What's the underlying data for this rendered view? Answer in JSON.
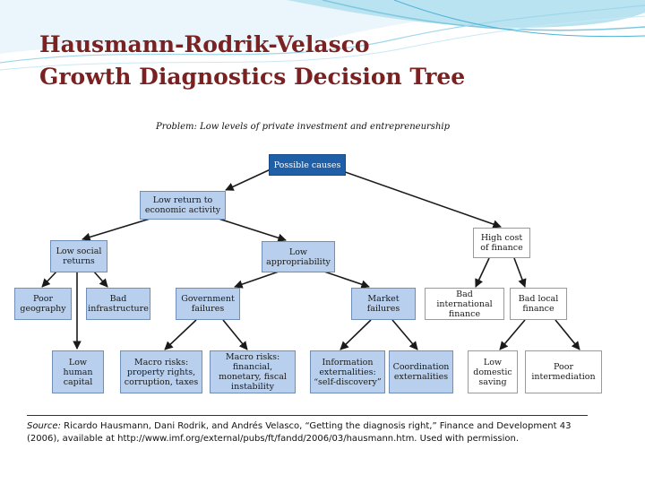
{
  "title": {
    "line1": "Hausmann-Rodrik-Velasco",
    "line2": "Growth Diagnostics Decision Tree"
  },
  "diagram": {
    "problem": "Problem: Low levels of private investment and entrepreneurship",
    "nodes": {
      "possible_causes": "Possible causes",
      "low_return": "Low return to economic activity",
      "high_cost_finance": "High cost of finance",
      "low_social_returns": "Low social returns",
      "low_appropriability": "Low appropriability",
      "poor_geography": "Poor geography",
      "bad_infrastructure": "Bad infrastructure",
      "government_failures": "Government failures",
      "market_failures": "Market failures",
      "bad_international_finance": "Bad international finance",
      "bad_local_finance": "Bad local finance",
      "low_human_capital": "Low human capital",
      "macro_risks_property": "Macro risks: property rights, corruption, taxes",
      "macro_risks_financial": "Macro risks: financial, monetary, fiscal instability",
      "information_externalities": "Information externalities: “self-discovery”",
      "coordination_externalities": "Coordination externalities",
      "low_domestic_saving": "Low domestic saving",
      "poor_intermediation": "Poor intermediation"
    },
    "colors": {
      "node_fill": "#b8d0ed",
      "root_fill": "#1f5fa8",
      "title": "#7a2222"
    },
    "source": {
      "label": "Source:",
      "text": " Ricardo Hausmann, Dani Rodrik, and Andrés Velasco, “Getting the diagnosis right,” Finance and Development 43 (2006), available at http://www.imf.org/external/pubs/ft/fandd/2006/03/hausmann.htm. Used with permission."
    }
  }
}
